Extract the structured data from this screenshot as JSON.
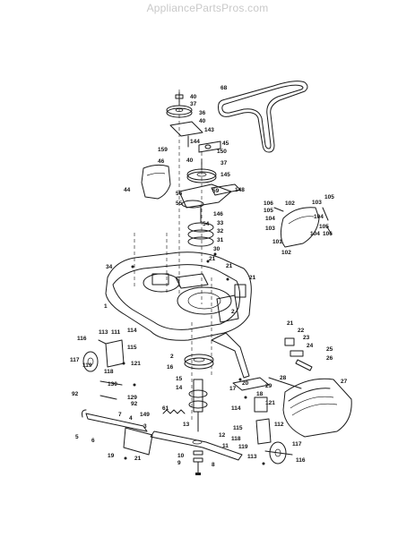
{
  "watermark": "AppliancePartsPros.com",
  "labels": [
    {
      "id": "68",
      "text": "68"
    },
    {
      "id": "40a",
      "text": "40"
    },
    {
      "id": "37a",
      "text": "37"
    },
    {
      "id": "36",
      "text": "36"
    },
    {
      "id": "40b",
      "text": "40"
    },
    {
      "id": "143",
      "text": "143"
    },
    {
      "id": "144",
      "text": "144"
    },
    {
      "id": "45",
      "text": "45"
    },
    {
      "id": "150",
      "text": "150"
    },
    {
      "id": "159",
      "text": "159"
    },
    {
      "id": "40c",
      "text": "40"
    },
    {
      "id": "37b",
      "text": "37"
    },
    {
      "id": "46",
      "text": "46"
    },
    {
      "id": "145",
      "text": "145"
    },
    {
      "id": "44",
      "text": "44"
    },
    {
      "id": "59",
      "text": "59"
    },
    {
      "id": "148",
      "text": "148"
    },
    {
      "id": "56",
      "text": "56"
    },
    {
      "id": "55",
      "text": "55"
    },
    {
      "id": "146",
      "text": "146"
    },
    {
      "id": "33",
      "text": "33"
    },
    {
      "id": "54",
      "text": "54"
    },
    {
      "id": "32",
      "text": "32"
    },
    {
      "id": "31",
      "text": "31"
    },
    {
      "id": "30",
      "text": "30"
    },
    {
      "id": "21a",
      "text": "21"
    },
    {
      "id": "21b",
      "text": "21"
    },
    {
      "id": "34",
      "text": "34"
    },
    {
      "id": "1",
      "text": "1"
    },
    {
      "id": "2a",
      "text": "2"
    },
    {
      "id": "21c",
      "text": "21"
    },
    {
      "id": "106a",
      "text": "106"
    },
    {
      "id": "105a",
      "text": "105"
    },
    {
      "id": "102a",
      "text": "102"
    },
    {
      "id": "103a",
      "text": "103"
    },
    {
      "id": "105b",
      "text": "105"
    },
    {
      "id": "104a",
      "text": "104"
    },
    {
      "id": "103b",
      "text": "103"
    },
    {
      "id": "104b",
      "text": "104"
    },
    {
      "id": "105c",
      "text": "105"
    },
    {
      "id": "104c",
      "text": "104"
    },
    {
      "id": "106b",
      "text": "106"
    },
    {
      "id": "101",
      "text": "101"
    },
    {
      "id": "102b",
      "text": "102"
    },
    {
      "id": "21d",
      "text": "21"
    },
    {
      "id": "22",
      "text": "22"
    },
    {
      "id": "23",
      "text": "23"
    },
    {
      "id": "24",
      "text": "24"
    },
    {
      "id": "25",
      "text": "25"
    },
    {
      "id": "26",
      "text": "26"
    },
    {
      "id": "27",
      "text": "27"
    },
    {
      "id": "28",
      "text": "28"
    },
    {
      "id": "29",
      "text": "29"
    },
    {
      "id": "116a",
      "text": "116"
    },
    {
      "id": "113a",
      "text": "113"
    },
    {
      "id": "111",
      "text": "111"
    },
    {
      "id": "114a",
      "text": "114"
    },
    {
      "id": "115a",
      "text": "115"
    },
    {
      "id": "117a",
      "text": "117"
    },
    {
      "id": "119a",
      "text": "119"
    },
    {
      "id": "118a",
      "text": "118"
    },
    {
      "id": "121a",
      "text": "121"
    },
    {
      "id": "2b",
      "text": "2"
    },
    {
      "id": "16",
      "text": "16"
    },
    {
      "id": "15",
      "text": "15"
    },
    {
      "id": "14",
      "text": "14"
    },
    {
      "id": "130",
      "text": "130"
    },
    {
      "id": "129",
      "text": "129"
    },
    {
      "id": "92a",
      "text": "92"
    },
    {
      "id": "92b",
      "text": "92"
    },
    {
      "id": "20",
      "text": "20"
    },
    {
      "id": "17",
      "text": "17"
    },
    {
      "id": "18",
      "text": "18"
    },
    {
      "id": "114b",
      "text": "114"
    },
    {
      "id": "121b",
      "text": "121"
    },
    {
      "id": "61",
      "text": "61"
    },
    {
      "id": "13",
      "text": "13"
    },
    {
      "id": "7",
      "text": "7"
    },
    {
      "id": "4",
      "text": "4"
    },
    {
      "id": "149",
      "text": "149"
    },
    {
      "id": "3",
      "text": "3"
    },
    {
      "id": "5",
      "text": "5"
    },
    {
      "id": "6",
      "text": "6"
    },
    {
      "id": "112",
      "text": "112"
    },
    {
      "id": "115b",
      "text": "115"
    },
    {
      "id": "118b",
      "text": "118"
    },
    {
      "id": "12",
      "text": "12"
    },
    {
      "id": "11",
      "text": "11"
    },
    {
      "id": "19",
      "text": "19"
    },
    {
      "id": "21e",
      "text": "21"
    },
    {
      "id": "10",
      "text": "10"
    },
    {
      "id": "9",
      "text": "9"
    },
    {
      "id": "8",
      "text": "8"
    },
    {
      "id": "119b",
      "text": "119"
    },
    {
      "id": "117b",
      "text": "117"
    },
    {
      "id": "113b",
      "text": "113"
    },
    {
      "id": "116b",
      "text": "116"
    }
  ]
}
